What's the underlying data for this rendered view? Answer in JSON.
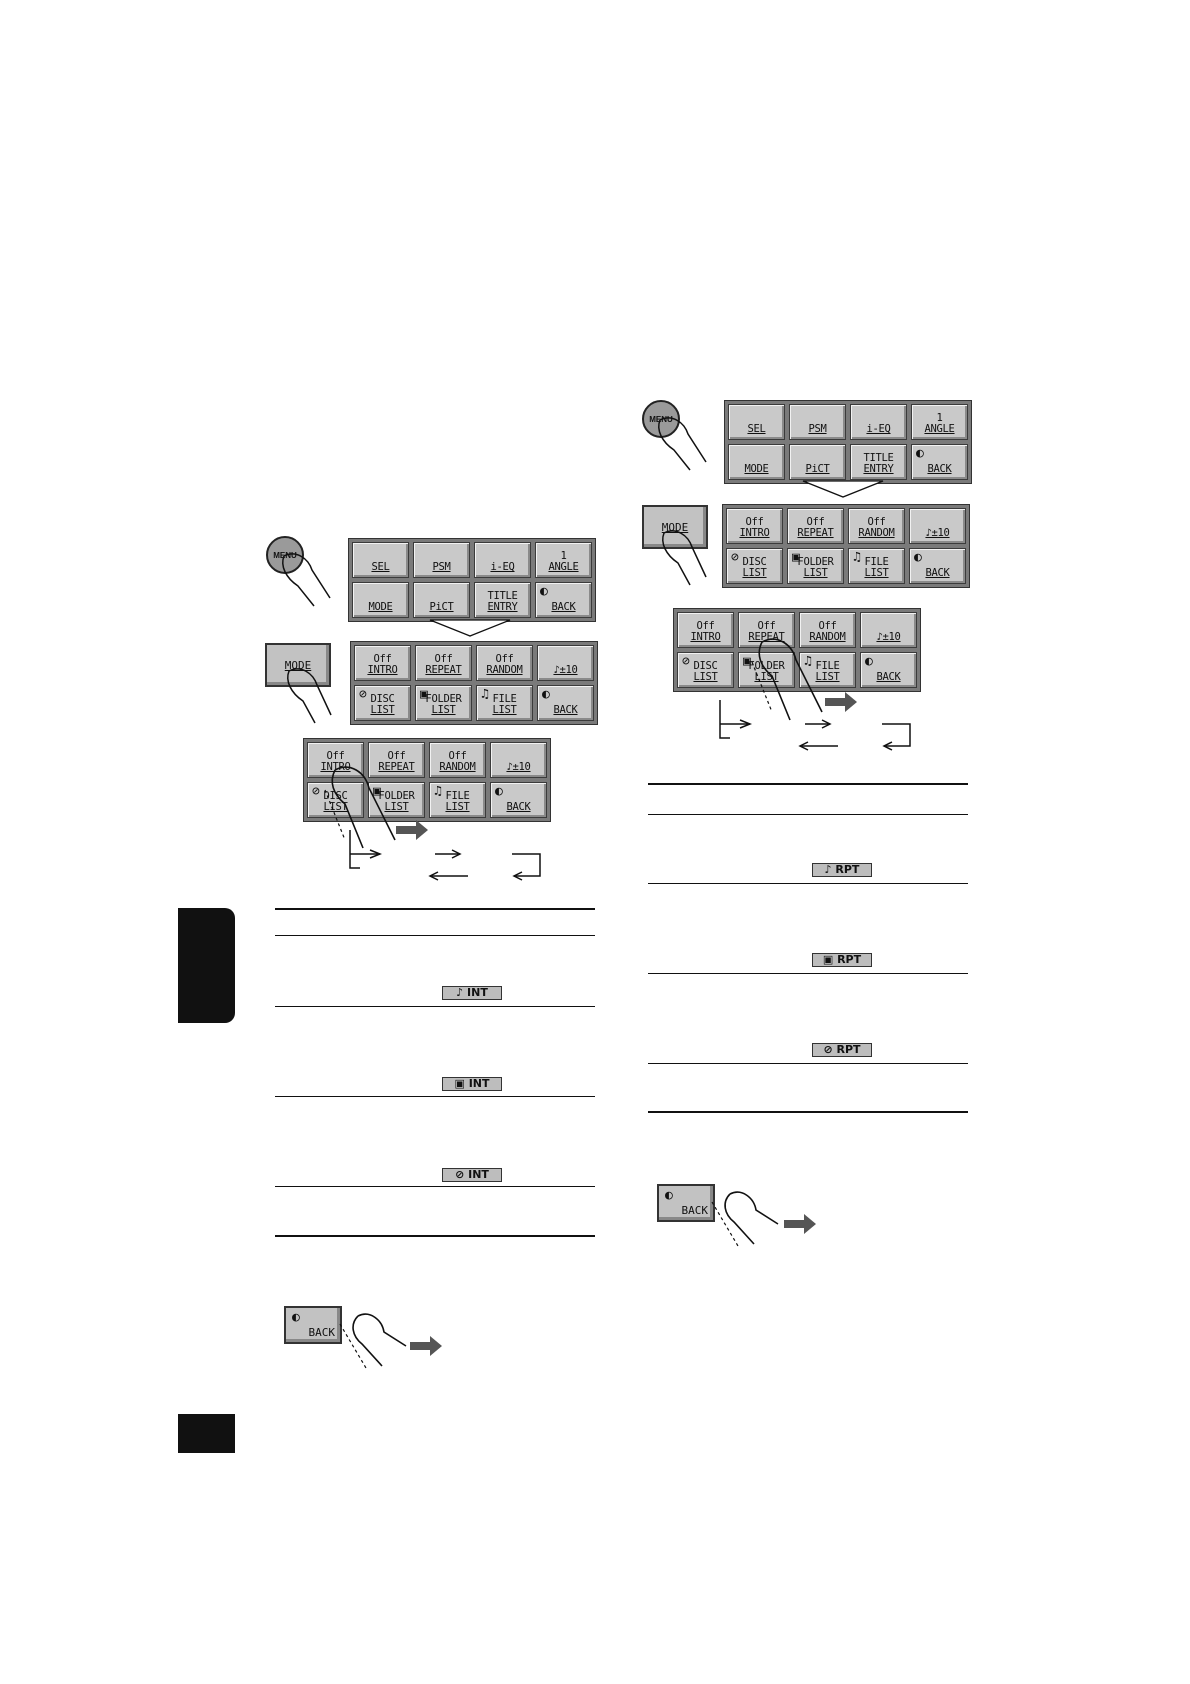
{
  "buttons": {
    "menu": "MENU",
    "mode": "MODE",
    "back": "BACK"
  },
  "menu_grid": [
    {
      "top": "",
      "label": "SEL"
    },
    {
      "top": "",
      "label": "PSM"
    },
    {
      "top": "",
      "label": "i-EQ"
    },
    {
      "top": "1",
      "label": "ANGLE"
    },
    {
      "top": "",
      "label": "MODE"
    },
    {
      "top": "",
      "label": "PiCT"
    },
    {
      "top": "TITLE",
      "label": "ENTRY"
    },
    {
      "top": "",
      "label": "BACK",
      "icon": "timer-icon"
    }
  ],
  "mode_grid": [
    {
      "top": "Off",
      "label": "INTRO"
    },
    {
      "top": "Off",
      "label": "REPEAT"
    },
    {
      "top": "Off",
      "label": "RANDOM"
    },
    {
      "top": "",
      "label": "♪±10"
    },
    {
      "top": "DISC",
      "label": "LIST",
      "icon": "disc-icon"
    },
    {
      "top": "FOLDER",
      "label": "LIST",
      "icon": "folder-icon"
    },
    {
      "top": "FILE",
      "label": "LIST",
      "icon": "file-icon"
    },
    {
      "top": "",
      "label": "BACK",
      "icon": "timer-icon"
    }
  ],
  "intro_badges": [
    "♪ INT",
    "▣ INT",
    "⊘ INT"
  ],
  "repeat_badges": [
    "♪ RPT",
    "▣ RPT",
    "⊘ RPT"
  ],
  "colors": {
    "key_face": "#c9c9c9",
    "grid_frame": "#7a7a7a",
    "tab": "#111111"
  }
}
